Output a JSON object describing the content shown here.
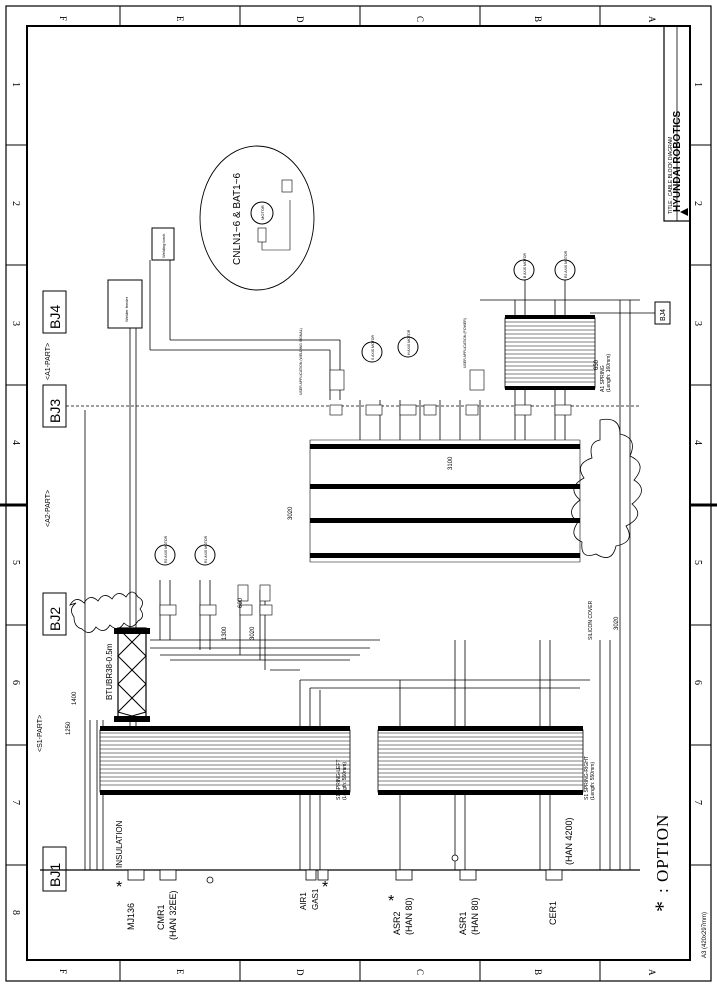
{
  "title_block": {
    "company": "HYUNDAI ROBOTICS",
    "title": "TITLE : CABLE BLOCK DIAGRAM",
    "sheet_size": "A3 (420x297mm)"
  },
  "zones": {
    "rows": [
      "F",
      "E",
      "D",
      "C",
      "B",
      "A"
    ],
    "cols": [
      "1",
      "2",
      "3",
      "4",
      "5",
      "6",
      "7",
      "8"
    ]
  },
  "option_note": {
    "mark": "*",
    "text": ": OPTION"
  },
  "junctions": {
    "bj1": "BJ1",
    "bj2": "BJ2",
    "bj3": "BJ3",
    "bj4": "BJ4",
    "bj4_small": "BJ4"
  },
  "parts": {
    "s1": "<S1-PART>",
    "a2": "<A2-PART>",
    "a1": "<A1-PART>"
  },
  "connectors": {
    "mj136": "MJ136",
    "cmr1": "CMR1",
    "cmr1_sub": "(HAN 32EE)",
    "air1": "AIR1",
    "gas1": "GAS1",
    "asr2": "ASR2",
    "asr2_sub": "(HAN 80)",
    "asr1": "ASR1",
    "asr1_sub": "(HAN 80)",
    "cer1": "CER1",
    "han4200": "(HAN 4200)"
  },
  "labels": {
    "insulation": "INSULATION",
    "btubr": "BTUBR38-0.5m",
    "cnln": "CNLN1~6 & BAT1~6",
    "welder_feeder": "Welder feeder",
    "welding_torch": "Welding torch",
    "spring_left": "S1 SPRING-LEFT",
    "spring_right": "S1 SPRING-RIGHT",
    "spring_len_left": "(Length: 550mm)",
    "spring_len_right": "(Length: 550mm)",
    "a1_spring": "A1 SPRING",
    "a1_spring_len": "(Length: 160mm)",
    "silicon_cover": "SILICON COVER",
    "dim_1250": "1250",
    "dim_1400": "1400",
    "dim_3020_a": "3020",
    "dim_3020_b": "3020",
    "dim_3100": "3100",
    "dim_1300": "1300",
    "dim_650": "650",
    "dim_600": "600",
    "dim_3020_c": "3020",
    "user_app_1": "USER APPLICATION (WELDING SIGNAL)",
    "user_app_2": "USER APPLICATION (POWER)"
  },
  "motors": [
    {
      "id": "m1",
      "label": "R2 AXIS MOTOR"
    },
    {
      "id": "m2",
      "label": "R1 AXIS MOTOR"
    },
    {
      "id": "m3",
      "label": "S AXIS MOTOR"
    },
    {
      "id": "m4",
      "label": "H AXIS MOTOR"
    },
    {
      "id": "m5",
      "label": "B AXIS MOTOR"
    },
    {
      "id": "m6",
      "label": "R2 AXIS MOTOR"
    },
    {
      "id": "m7",
      "label": "MOTOR"
    }
  ]
}
